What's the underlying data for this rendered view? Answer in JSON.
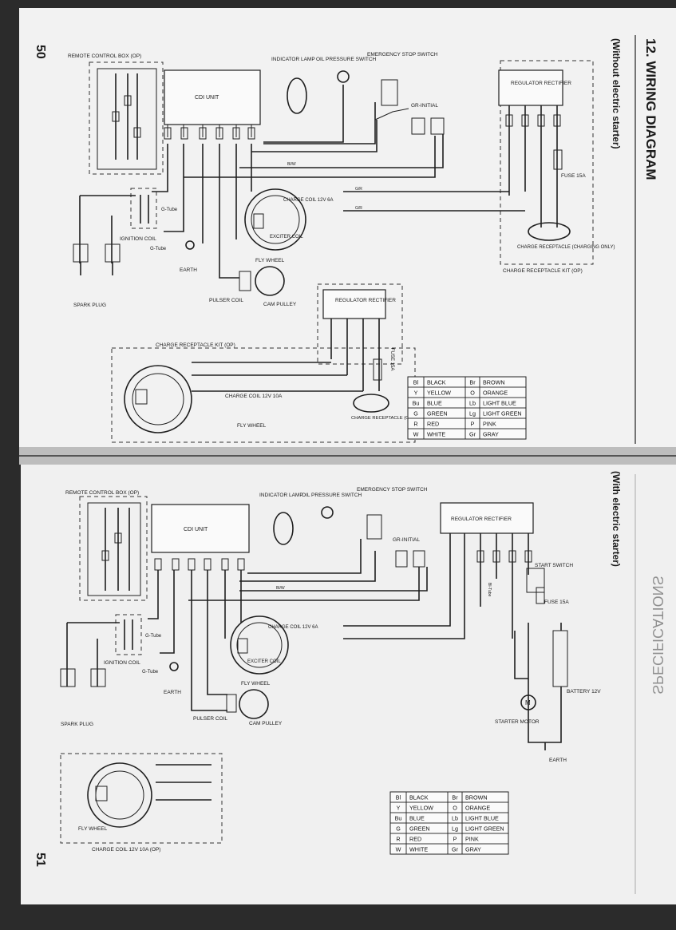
{
  "page_left": {
    "page_number": "50",
    "section_title": "12. WIRING DIAGRAM",
    "subtitle": "(Without electric starter)",
    "labels": {
      "remote_control_box": "REMOTE CONTROL BOX (OP)",
      "cdi_unit": "CDI UNIT",
      "indicator_lamp": "INDICATOR LAMP",
      "oil_pressure_switch": "OIL PRESSURE SWITCH",
      "emergency_stop_switch": "EMERGENCY STOP SWITCH",
      "gr_initial": "GR-INITIAL",
      "regulator_rectifier": "REGULATOR RECTIFIER",
      "fuse": "FUSE 15A",
      "charge_coil": "CHARGE COIL 12V 6A",
      "exciter_coil": "EXCITER COIL",
      "fly_wheel": "FLY WHEEL",
      "g_tube_1": "G-Tube",
      "g_tube_2": "G-Tube",
      "ignition_coil": "IGNITION COIL",
      "earth": "EARTH",
      "spark_plug": "SPARK PLUG",
      "pulser_coil": "PULSER COIL",
      "cam_pulley": "CAM PULLEY",
      "charge_receptacle": "CHARGE RECEPTACLE (CHARGING ONLY)",
      "charge_receptacle_kit": "CHARGE RECEPTACLE KIT (OP)",
      "wire_bw": "Bl/W",
      "wire_gr1": "G/R",
      "wire_gr2": "G/R"
    },
    "sub": {
      "regulator_rectifier": "REGULATOR RECTIFIER",
      "charge_receptacle_kit": "CHARGE RECEPTACLE KIT (OP)",
      "fuse": "FUSE 15A",
      "charge_coil": "CHARGE COIL 12V 10A",
      "fly_wheel": "FLY WHEEL",
      "charge_receptacle": "CHARGE RECEPTACLE (CHARGING ONLY)"
    },
    "legend": [
      [
        "Bl",
        "BLACK",
        "Br",
        "BROWN"
      ],
      [
        "Y",
        "YELLOW",
        "O",
        "ORANGE"
      ],
      [
        "Bu",
        "BLUE",
        "Lb",
        "LIGHT BLUE"
      ],
      [
        "G",
        "GREEN",
        "Lg",
        "LIGHT GREEN"
      ],
      [
        "R",
        "RED",
        "P",
        "PINK"
      ],
      [
        "W",
        "WHITE",
        "Gr",
        "GRAY"
      ]
    ]
  },
  "page_right": {
    "page_number": "51",
    "subtitle": "(With electric starter)",
    "labels": {
      "remote_control_box": "REMOTE CONTROL BOX (OP)",
      "cdi_unit": "CDI UNIT",
      "indicator_lamp": "INDICATOR LAMP",
      "oil_pressure_switch": "OIL PRESSURE SWITCH",
      "emergency_stop_switch": "EMERGENCY STOP SWITCH",
      "gr_initial": "GR-INITIAL",
      "regulator_rectifier": "REGULATOR RECTIFIER",
      "start_switch": "START SWITCH",
      "fuse": "FUSE 15A",
      "charge_coil": "CHARGE COIL 12V 6A",
      "exciter_coil": "EXCITER COIL",
      "fly_wheel": "FLY WHEEL",
      "g_tube_1": "G-Tube",
      "g_tube_2": "G-Tube",
      "ignition_coil": "IGNITION COIL",
      "earth_1": "EARTH",
      "spark_plug": "SPARK PLUG",
      "pulser_coil": "PULSER COIL",
      "cam_pulley": "CAM PULLEY",
      "battery": "BATTERY 12V",
      "starter_motor": "STARTER MOTOR",
      "earth_2": "EARTH",
      "fly_wheel_op": "FLY WHEEL",
      "charge_coil_op": "CHARGE COIL 12V 10A (OP)",
      "wire_bw": "Bl/W",
      "wire_bu_tube": "Bl-Tube"
    },
    "legend": [
      [
        "Bl",
        "BLACK",
        "Br",
        "BROWN"
      ],
      [
        "Y",
        "YELLOW",
        "O",
        "ORANGE"
      ],
      [
        "Bu",
        "BLUE",
        "Lb",
        "LIGHT BLUE"
      ],
      [
        "G",
        "GREEN",
        "Lg",
        "LIGHT GREEN"
      ],
      [
        "R",
        "RED",
        "P",
        "PINK"
      ],
      [
        "W",
        "WHITE",
        "Gr",
        "GRAY"
      ]
    ],
    "mirror_text": "SPECIFICATIONS"
  }
}
